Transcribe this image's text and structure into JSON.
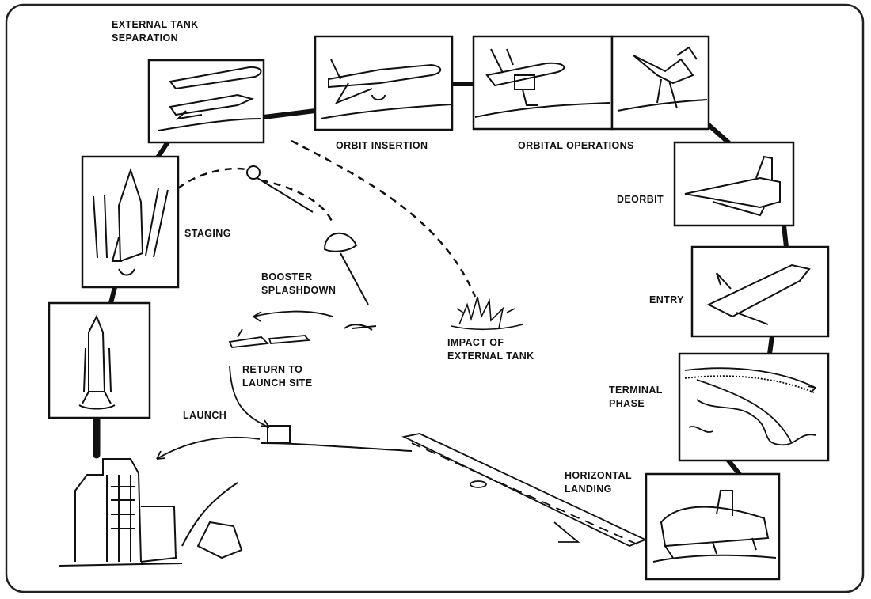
{
  "diagram": {
    "stages": {
      "external_tank_separation": [
        "EXTERNAL TANK",
        "SEPARATION"
      ],
      "orbit_insertion": "ORBIT INSERTION",
      "orbital_operations": "ORBITAL OPERATIONS",
      "deorbit": "DEORBIT",
      "staging": "STAGING",
      "booster_splashdown": [
        "BOOSTER",
        "SPLASHDOWN"
      ],
      "impact_external_tank": [
        "IMPACT OF",
        "EXTERNAL TANK"
      ],
      "return_to_launch_site": [
        "RETURN TO",
        "LAUNCH SITE"
      ],
      "entry": "ENTRY",
      "terminal_phase": [
        "TERMINAL",
        "PHASE"
      ],
      "launch": "LAUNCH",
      "horizontal_landing": [
        "HORIZONTAL",
        "LANDING"
      ]
    },
    "icons": {
      "panels": [
        "shuttle-tank-separation-icon",
        "shuttle-orbit-insertion-icon",
        "shuttle-payload-ops-icon",
        "shuttle-satellite-deploy-icon",
        "shuttle-deorbit-icon",
        "shuttle-staging-icon",
        "shuttle-entry-icon",
        "terminal-phase-map-icon",
        "shuttle-launch-icon",
        "shuttle-landing-icon"
      ],
      "scene": [
        "parachute-booster-icon",
        "tank-impact-splash-icon",
        "recovery-ships-icon",
        "launch-complex-icon",
        "runway-icon"
      ]
    }
  }
}
